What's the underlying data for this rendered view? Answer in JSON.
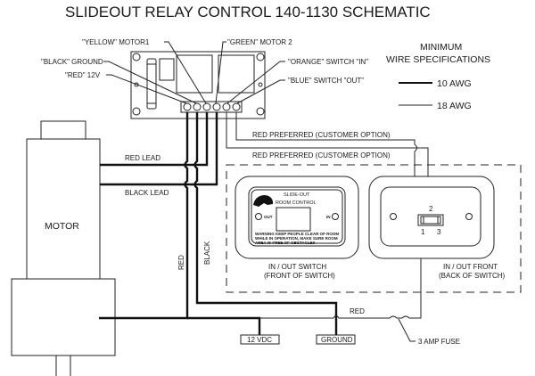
{
  "title": "SLIDEOUT RELAY CONTROL 140-1130 SCHEMATIC",
  "relay_board": {
    "callouts": {
      "yellow": "\"YELLOW\" MOTOR1",
      "green": "\"GREEN\" MOTOR 2",
      "black": "\"BLACK\" GROUND",
      "red": "\"RED\" 12V",
      "orange": "\"ORANGE\" SWITCH \"IN\"",
      "blue": "\"BLUE\" SWITCH \"OUT\""
    }
  },
  "wire_specs": {
    "heading_line1": "MINIMUM",
    "heading_line2": "WIRE SPECIFICATIONS",
    "items": [
      {
        "gauge": "10 AWG",
        "weight": "thick"
      },
      {
        "gauge": "18 AWG",
        "weight": "thin"
      }
    ]
  },
  "motor": {
    "label": "MOTOR",
    "red_lead": "RED LEAD",
    "black_lead": "BLACK LEAD"
  },
  "wires": {
    "red_preferred_1": "RED PREFERRED (CUSTOMER OPTION)",
    "red_preferred_2": "RED PREFERRED (CUSTOMER OPTION)",
    "red_vertical": "RED",
    "black_vertical": "BLACK",
    "red_bottom": "RED"
  },
  "switch_front": {
    "brand_line1": "SLIDE-OUT",
    "brand_line2": "ROOM CONTROL",
    "out_label": "OUT",
    "in_label": "IN",
    "warning_line1": "WARNING KEEP PEOPLE CLEAR OF ROOM",
    "warning_line2": "WHILE IN OPERATION, MAKE SURE ROOM",
    "warning_line3": "AREA IS FREE OF OBSTACLES",
    "caption_line1": "IN / OUT SWITCH",
    "caption_line2": "(FRONT OF SWITCH)"
  },
  "switch_back": {
    "terminal_1": "1",
    "terminal_2": "2",
    "terminal_3": "3",
    "caption_line1": "IN / OUT FRONT",
    "caption_line2": "(BACK OF SWITCH)"
  },
  "terminals": {
    "power": "12 VDC",
    "ground": "GROUND"
  },
  "fuse_label": "3 AMP FUSE"
}
